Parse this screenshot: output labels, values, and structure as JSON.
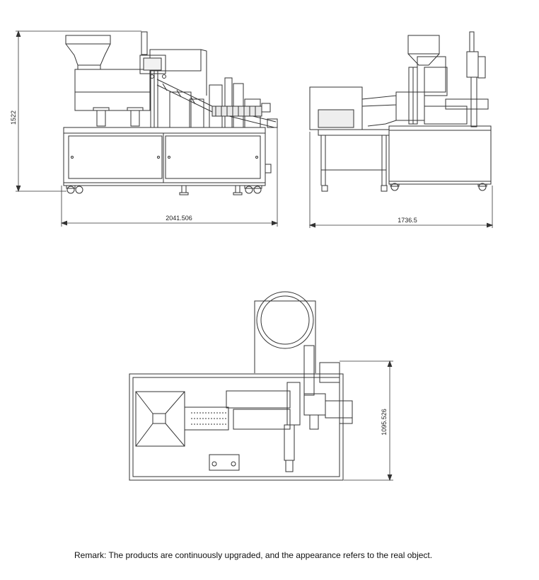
{
  "dimensions": {
    "front_height": "1522",
    "front_width": "2041.506",
    "side_width": "1736.5",
    "top_height": "1095.526"
  },
  "remark": "Remark: The products are continuously upgraded, and the appearance refers to the real object."
}
